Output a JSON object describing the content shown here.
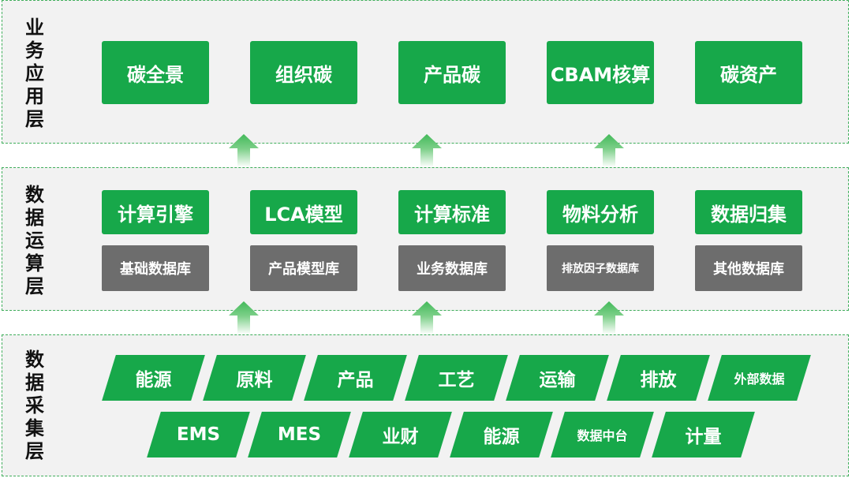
{
  "layers": {
    "app": {
      "title_chars": [
        "业",
        "务",
        "应",
        "用",
        "层"
      ],
      "boxes": [
        "碳全景",
        "组织碳",
        "产品碳",
        "CBAM核算",
        "碳资产"
      ]
    },
    "calc": {
      "title_chars": [
        "数",
        "据",
        "运",
        "算",
        "层"
      ],
      "engines": [
        "计算引擎",
        "LCA模型",
        "计算标准",
        "物料分析",
        "数据归集"
      ],
      "databases": [
        "基础数据库",
        "产品模型库",
        "业务数据库",
        "排放因子数据库",
        "其他数据库"
      ]
    },
    "collection": {
      "title_chars": [
        "数",
        "据",
        "采",
        "集",
        "层"
      ],
      "row1": [
        "能源",
        "原料",
        "产品",
        "工艺",
        "运输",
        "排放",
        "外部数据"
      ],
      "row2": [
        "EMS",
        "MES",
        "业财",
        "能源",
        "数据中台",
        "计量"
      ]
    }
  },
  "colors": {
    "primary_green": "#17a84a",
    "database_gray": "#6d6d6d",
    "layer_background": "#f2f2f2",
    "dashed_border": "#3fae5b",
    "arrow_gradient": [
      "#ffffff",
      "#4fbf63"
    ]
  },
  "icons": {
    "arrow": "up-arrow-icon"
  }
}
